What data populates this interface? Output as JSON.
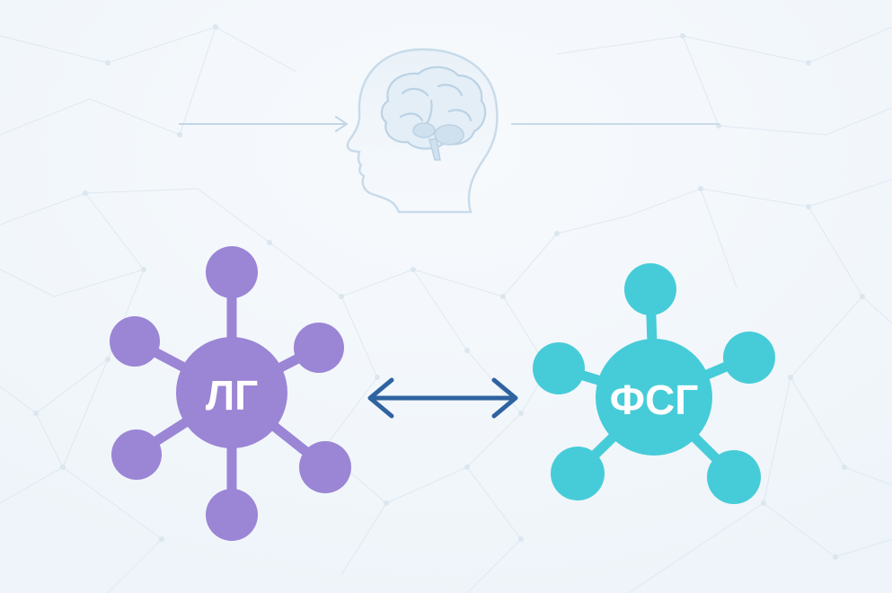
{
  "diagram": {
    "nodes": {
      "left": {
        "label": "ЛГ",
        "color": "#9b85d5",
        "stroke": "#9b85d5"
      },
      "right": {
        "label": "ФСГ",
        "color": "#46ccd8",
        "stroke": "#46ccd8"
      }
    },
    "link": {
      "type": "bidirectional-arrow",
      "color": "#2f63a0"
    },
    "header_icon": {
      "icon": "head-brain-icon",
      "color": "#b9cfe0"
    },
    "background": {
      "color": "#f2f7fb",
      "pattern": "network-mesh"
    }
  }
}
